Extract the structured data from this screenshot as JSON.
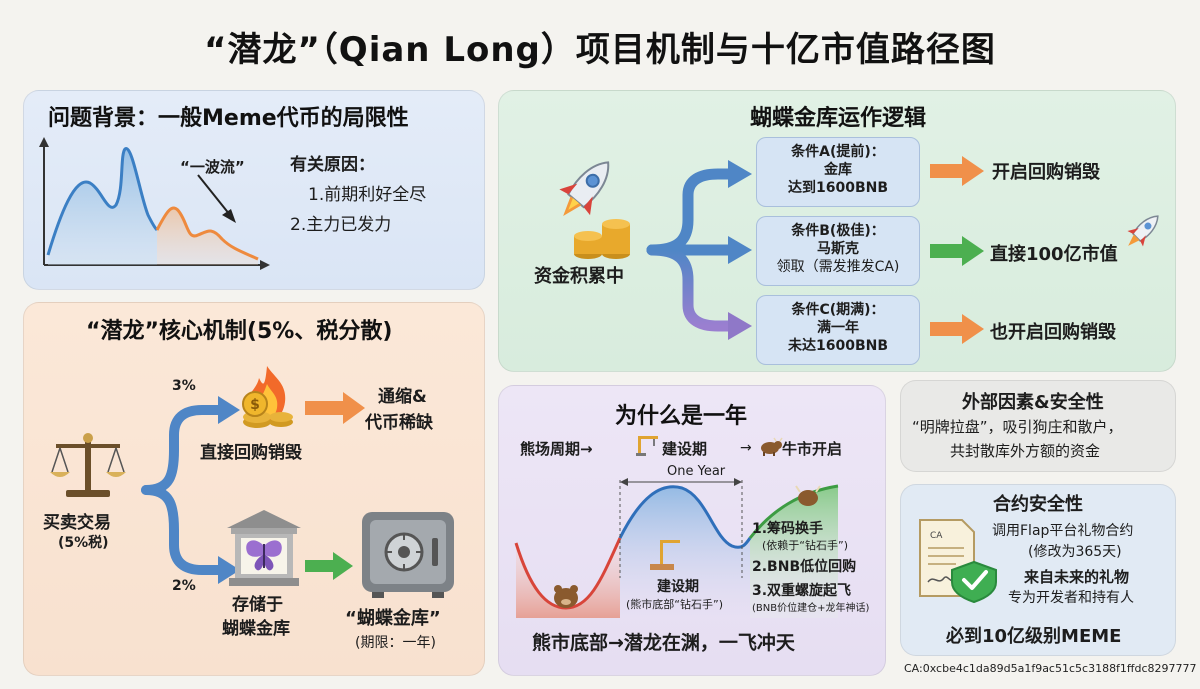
{
  "title": "“潜龙”（Qian Long）项目机制与十亿市值路径图",
  "background": {
    "heading": "问题背景：一般Meme代币的局限性",
    "wave_label": "“一波流”",
    "reasons_title": "有关原因：",
    "reason_1": "1.前期利好全尽",
    "reason_2": "2.主力已发力"
  },
  "mechanism": {
    "heading": "“潜龙”核心机制(5%、税分散)",
    "trade_label": "买卖交易",
    "trade_tax": "(5%税)",
    "pct_top": "3%",
    "pct_bottom": "2%",
    "burn_label": "直接回购销毁",
    "deflation_line1": "通缩&",
    "deflation_line2": "代币稀缺",
    "store_line1": "存储于",
    "store_line2": "蝴蝶金库",
    "vault_name": "“蝴蝶金库”",
    "vault_term": "(期限：一年)"
  },
  "vault_logic": {
    "heading": "蝴蝶金库运作逻辑",
    "source": "资金积累中",
    "conditions": [
      {
        "line1": "条件A(提前)：",
        "line2": "金库",
        "line3": "达到1600BNB",
        "result": "开启回购销毁"
      },
      {
        "line1": "条件B(极佳)：",
        "line2": "马斯克",
        "line3": "领取（需发推发CA)",
        "result": "直接100亿市值"
      },
      {
        "line1": "条件C(期满)：",
        "line2": "满一年",
        "line3": "未达1600BNB",
        "result": "也开启回购销毁"
      }
    ]
  },
  "why_year": {
    "heading": "为什么是一年",
    "bear_cycle": "熊场周期→",
    "build_phase": "建设期",
    "arrow": "→",
    "bull_start": "牛市开启",
    "one_year": "One Year",
    "build_title": "建设期",
    "build_sub": "(熊市底部“钻石手”)",
    "point_1": "1.筹码换手",
    "point_1_sub": "(依赖于“钻石手”)",
    "point_2": "2.BNB低位回购",
    "point_3": "3.双重螺旋起飞",
    "point_3_sub": "(BNB价位建仓+龙年神话)",
    "footer": "熊市底部→潜龙在渊，一飞冲天"
  },
  "external": {
    "heading": "外部因素&安全性",
    "line1": "“明牌拉盘”，吸引狗庄和散户，",
    "line2": "共封散库外方额的资金"
  },
  "contract": {
    "heading": "合约安全性",
    "doc_label": "CA",
    "line1": "调用Flap平台礼物合约",
    "line2": "(修改为365天)",
    "line3": "来自未来的礼物",
    "line4": "专为开发者和持有人",
    "footer": "必到10亿级别MEME"
  },
  "ca_address": "CA:0xcbe4c1da89d5a1f9ac51c5c3188f1ffdc8297777",
  "colors": {
    "blue_arrow": "#4f86c6",
    "orange_arrow": "#f0904a",
    "green_arrow": "#4caf50",
    "purple_arrow": "#8f78c8",
    "gold": "#e8a92c"
  }
}
